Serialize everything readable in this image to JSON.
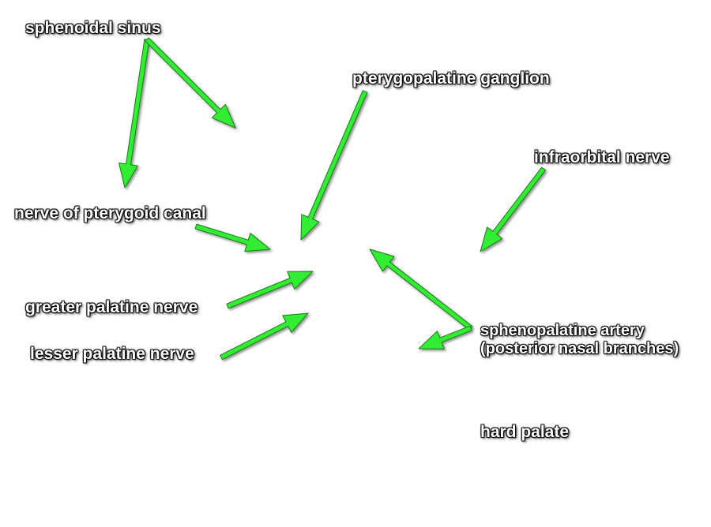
{
  "labels": {
    "sphenoidal_sinus": "sphenoidal sinus",
    "pterygopalatine_ganglion": "pterygopalatine ganglion",
    "infraorbital_nerve": "infraorbital nerve",
    "nerve_of_pterygoid_canal": "nerve of pterygoid canal",
    "greater_palatine_nerve": "greater palatine nerve",
    "lesser_palatine_nerve": "lesser palatine nerve",
    "sphenopalatine_artery_line1": "sphenopalatine artery",
    "sphenopalatine_artery_line2": "(posterior nasal branches)",
    "hard_palate": "hard palate"
  },
  "colors": {
    "arrow": "#33ee33",
    "arrow_outline": "#1a7a1a",
    "label_text": "#ffffff",
    "label_outline": "#000000"
  }
}
